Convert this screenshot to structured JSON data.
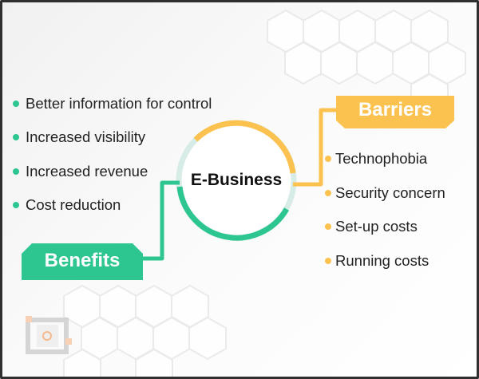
{
  "colors": {
    "benefit": "#2ec690",
    "barrier": "#fcc24f",
    "ring_rest": "#d8ece7"
  },
  "center": {
    "label": "E-Business"
  },
  "benefits": {
    "title": "Benefits",
    "items": [
      "Better information for control",
      "Increased visibility",
      "Increased revenue",
      "Cost reduction"
    ]
  },
  "barriers": {
    "title": "Barriers",
    "items": [
      "Technophobia",
      "Security concern",
      "Set-up costs",
      "Running costs"
    ]
  },
  "watermark": {
    "icon": "logo-icon"
  }
}
